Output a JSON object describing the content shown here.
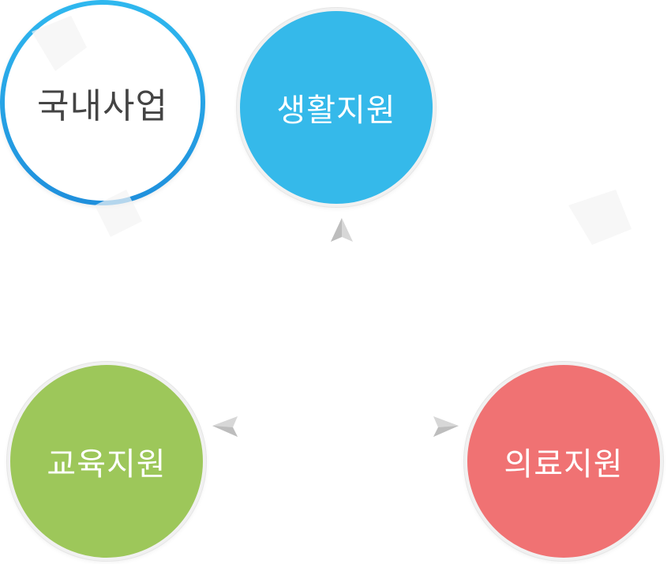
{
  "diagram": {
    "center": {
      "label": "국내사업",
      "color": "#2fa8ec"
    },
    "nodes": [
      {
        "id": "top",
        "label": "생활지원",
        "color": "#35b9ea"
      },
      {
        "id": "left",
        "label": "교육지원",
        "color": "#9dc75a"
      },
      {
        "id": "right",
        "label": "의료지원",
        "color": "#f07273"
      }
    ],
    "arrow_color": "#c8c8c8"
  }
}
